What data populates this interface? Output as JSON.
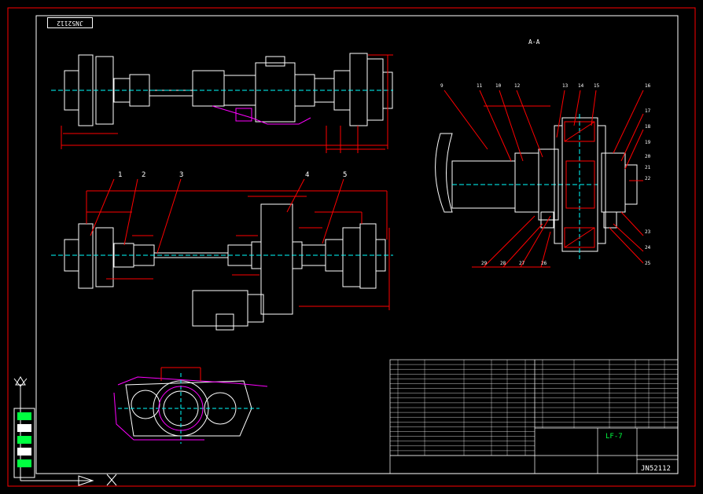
{
  "drawing": {
    "top_drawing_number": "JN52112",
    "section_label": "A-A",
    "title_block": {
      "product_code": "LF-7",
      "company": "",
      "drawing_number": "JN52112"
    }
  },
  "part_callouts_plan": [
    "1",
    "2",
    "3",
    "4",
    "5"
  ],
  "part_callouts_section": [
    "9",
    "11",
    "10",
    "12",
    "13",
    "14",
    "15",
    "16",
    "17",
    "18",
    "19",
    "20",
    "21",
    "22",
    "23",
    "24",
    "25",
    "26",
    "27",
    "28",
    "29"
  ],
  "colors": {
    "background": "#000000",
    "border": "#ff0000",
    "geometry": "#ffffff",
    "dimension": "#ff0000",
    "text": "#00ff40",
    "hidden": "#ff00ff",
    "center": "#00ffff",
    "yellow": "#ffff00"
  }
}
